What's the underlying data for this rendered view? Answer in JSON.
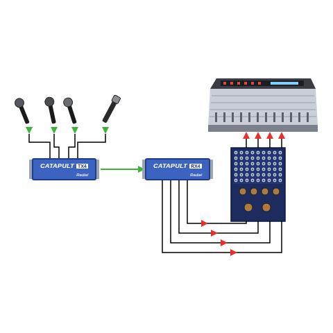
{
  "diagram": {
    "nodes": [
      {
        "text": [
          "CATAPULT",
          "TX4",
          "Radial"
        ]
      },
      {
        "text": [
          "CATAPULT",
          "RX4",
          "Radial"
        ]
      }
    ],
    "edges": [
      {
        "from": 0,
        "to": 1,
        "arrow": "to"
      }
    ]
  }
}
